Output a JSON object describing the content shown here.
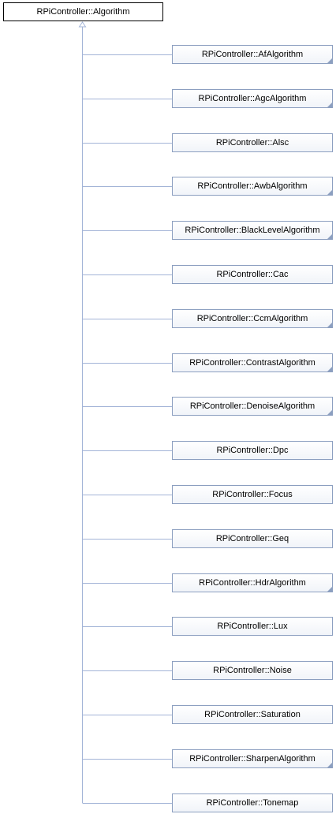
{
  "base_class": {
    "label": "RPiController::Algorithm"
  },
  "derived_classes": [
    {
      "label": "RPiController::AfAlgorithm",
      "icon": "collapsed-marker"
    },
    {
      "label": "RPiController::AgcAlgorithm",
      "icon": "collapsed-marker"
    },
    {
      "label": "RPiController::Alsc",
      "icon": ""
    },
    {
      "label": "RPiController::AwbAlgorithm",
      "icon": "collapsed-marker"
    },
    {
      "label": "RPiController::BlackLevelAlgorithm",
      "icon": "collapsed-marker"
    },
    {
      "label": "RPiController::Cac",
      "icon": ""
    },
    {
      "label": "RPiController::CcmAlgorithm",
      "icon": "collapsed-marker"
    },
    {
      "label": "RPiController::ContrastAlgorithm",
      "icon": "collapsed-marker"
    },
    {
      "label": "RPiController::DenoiseAlgorithm",
      "icon": "collapsed-marker"
    },
    {
      "label": "RPiController::Dpc",
      "icon": ""
    },
    {
      "label": "RPiController::Focus",
      "icon": ""
    },
    {
      "label": "RPiController::Geq",
      "icon": ""
    },
    {
      "label": "RPiController::HdrAlgorithm",
      "icon": "collapsed-marker"
    },
    {
      "label": "RPiController::Lux",
      "icon": ""
    },
    {
      "label": "RPiController::Noise",
      "icon": ""
    },
    {
      "label": "RPiController::Saturation",
      "icon": ""
    },
    {
      "label": "RPiController::SharpenAlgorithm",
      "icon": "collapsed-marker"
    },
    {
      "label": "RPiController::Tonemap",
      "icon": ""
    }
  ],
  "colors": {
    "edge": "#a3b4d7",
    "node_border": "#8c9fc0",
    "base_border": "#000000"
  }
}
